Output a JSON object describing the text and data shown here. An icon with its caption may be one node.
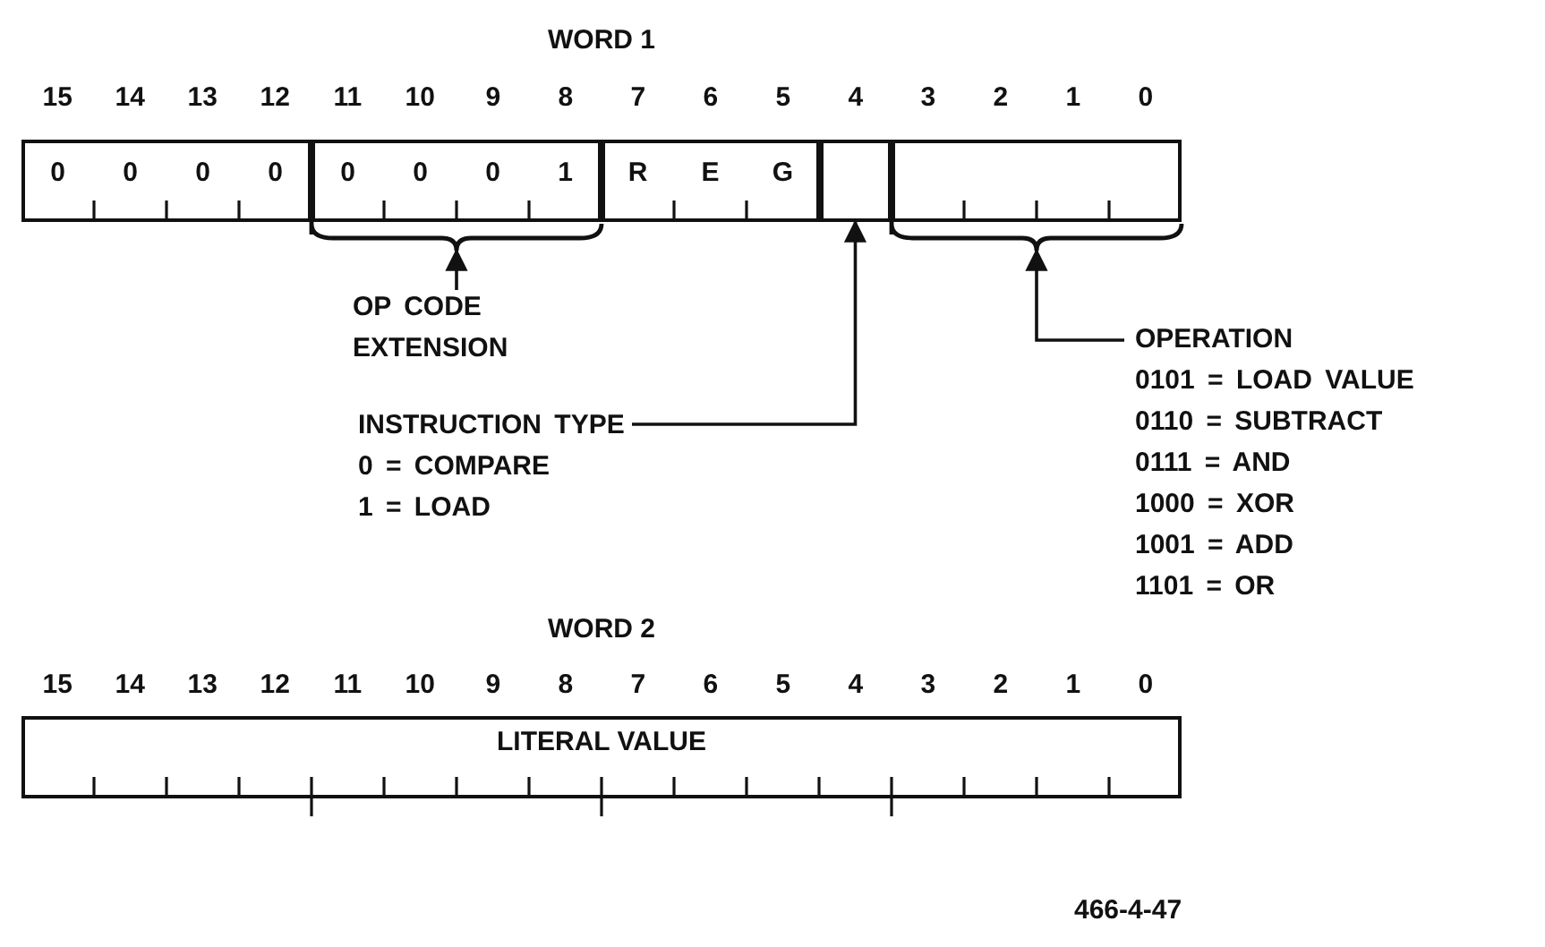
{
  "diagram": {
    "nodes": [
      {
        "text": [
          "0",
          "0",
          "0",
          "0"
        ]
      },
      {
        "text": [
          "0",
          "0",
          "0",
          "1"
        ]
      },
      {
        "text": [
          "R",
          "E",
          "G"
        ]
      },
      {
        "text": [],
        "shape": "box"
      },
      {
        "text": [],
        "shape": "box"
      },
      {
        "text": [
          "OP CODE EXTENSION"
        ]
      },
      {
        "text": [
          "INSTRUCTION TYPE",
          "0 = COMPARE",
          "1 = LOAD"
        ]
      },
      {
        "text": [
          "OPERATION",
          "0101 = LOAD VALUE",
          "0110 = SUBTRACT",
          "0111 = AND",
          "1000 = XOR",
          "1001 = ADD",
          "1101 = OR"
        ]
      },
      {
        "text": [
          "LITERAL VALUE"
        ]
      }
    ],
    "edges": [
      {
        "from": 5,
        "to": 1,
        "arrow": "to"
      },
      {
        "from": 6,
        "to": 3,
        "arrow": "to"
      },
      {
        "from": 7,
        "to": 4,
        "arrow": "to"
      }
    ],
    "labels": [
      "WORD 1",
      "15",
      "14",
      "13",
      "12",
      "11",
      "10",
      "9",
      "8",
      "7",
      "6",
      "5",
      "4",
      "3",
      "2",
      "1",
      "0",
      "WORD 2",
      "15",
      "14",
      "13",
      "12",
      "11",
      "10",
      "9",
      "8",
      "7",
      "6",
      "5",
      "4",
      "3",
      "2",
      "1",
      "0",
      "466-4-47"
    ]
  }
}
